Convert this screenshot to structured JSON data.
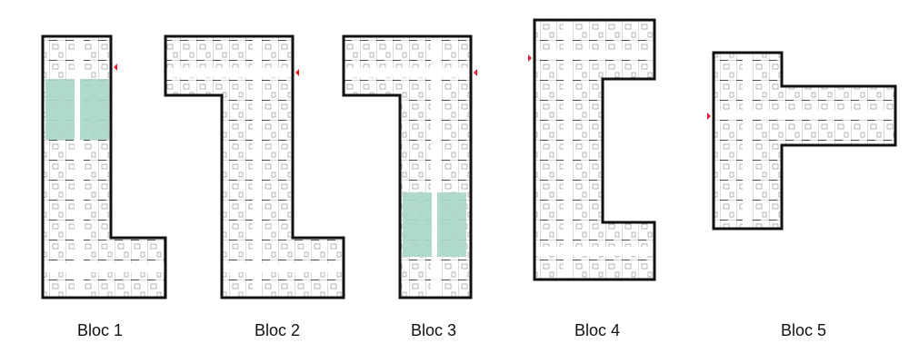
{
  "blocks": [
    {
      "label": "Bloc 1",
      "shape": "L",
      "highlighted_zone": "upper"
    },
    {
      "label": "Bloc 2",
      "shape": "S-hook",
      "highlighted_zone": null
    },
    {
      "label": "Bloc 3",
      "shape": "hook",
      "highlighted_zone": "lower"
    },
    {
      "label": "Bloc 4",
      "shape": "C",
      "highlighted_zone": null
    },
    {
      "label": "Bloc 5",
      "shape": "T",
      "highlighted_zone": null
    }
  ],
  "colors": {
    "highlight": "#a9d6c9",
    "wall": "#111111",
    "entrance_marker": "#e0202a",
    "room_lines": "#9a9a9a"
  }
}
